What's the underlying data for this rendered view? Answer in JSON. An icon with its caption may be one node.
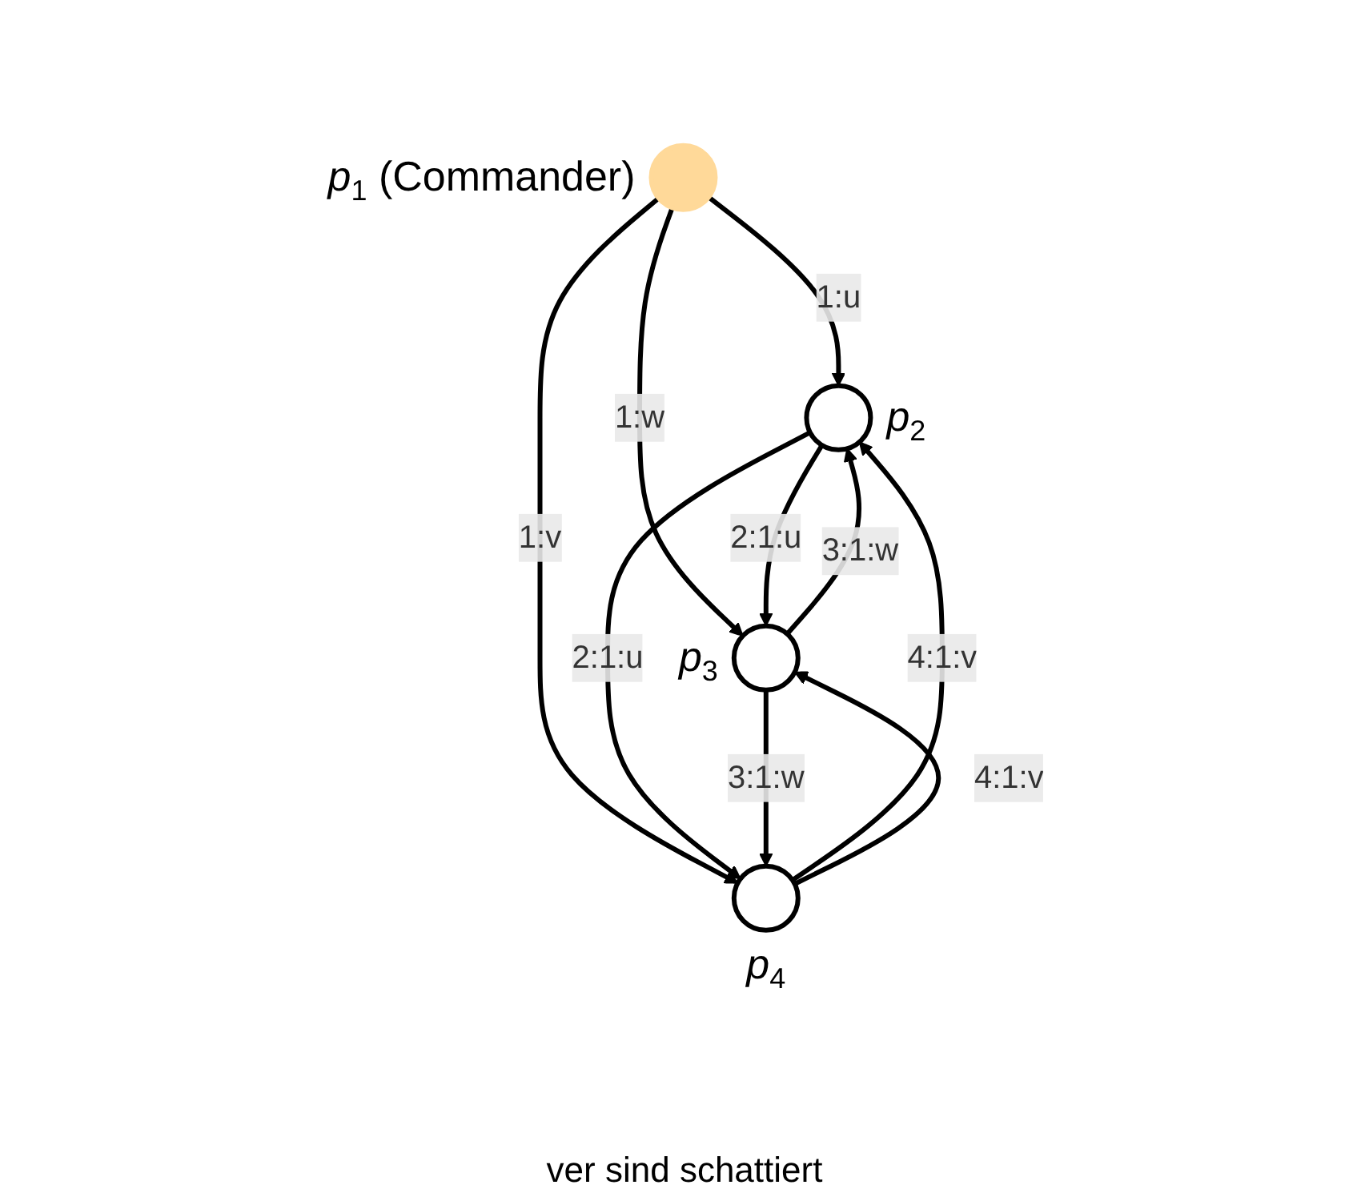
{
  "diagram": {
    "nodes": [
      {
        "text": [],
        "shape": "circle",
        "beside": [
          "*p*$_{1}$ (Commander)"
        ]
      },
      {
        "text": [],
        "shape": "circle",
        "beside": [
          "*p*$_{2}$"
        ]
      },
      {
        "text": [],
        "shape": "circle",
        "beside": [
          "*p*$_{3}$"
        ]
      },
      {
        "text": [],
        "shape": "circle",
        "beside": [
          "*p*$_{4}$"
        ]
      }
    ],
    "edges": [
      {
        "from": 0,
        "to": 1,
        "arrow": "to",
        "label": "1:u"
      },
      {
        "from": 0,
        "to": 3,
        "arrow": "to",
        "label": "1:v"
      },
      {
        "from": 0,
        "to": 2,
        "arrow": "to",
        "label": "1:w"
      },
      {
        "from": 1,
        "to": 2,
        "arrow": "to",
        "label": "2:1:u"
      },
      {
        "from": 2,
        "to": 1,
        "arrow": "to",
        "label": "3:1:w"
      },
      {
        "from": 3,
        "to": 1,
        "arrow": "to",
        "label": "4:1:v"
      },
      {
        "from": 3,
        "to": 2,
        "arrow": "to",
        "label": "4:1:v"
      },
      {
        "from": 1,
        "to": 3,
        "arrow": "to",
        "label": "2:1:u"
      },
      {
        "from": 2,
        "to": 3,
        "arrow": "to",
        "label": "3:1:w"
      }
    ],
    "labels": [
      "ver sind schattiert"
    ]
  }
}
